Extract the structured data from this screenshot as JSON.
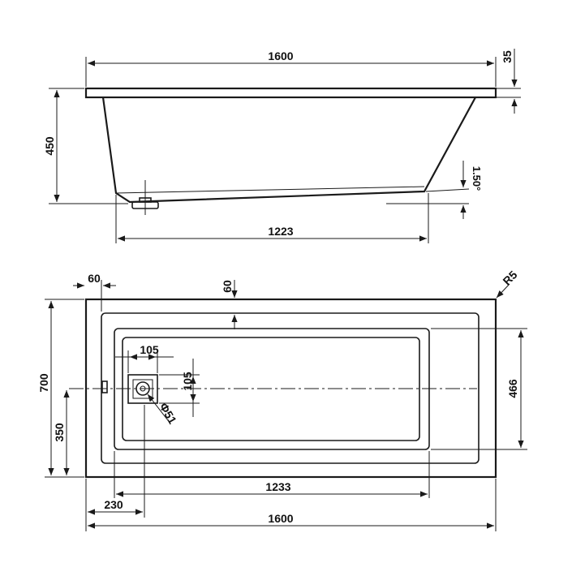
{
  "colors": {
    "line": "#1a1a1a",
    "text": "#111111",
    "background": "#ffffff"
  },
  "side_view": {
    "length": "1600",
    "rim_thickness": "35",
    "depth": "450",
    "bottom_length": "1223",
    "slope_value": "1.50",
    "slope_unit": "°"
  },
  "top_view": {
    "rim_left": "60",
    "rim_top": "60",
    "corner_radius": "R5",
    "drain_width": "105",
    "drain_height": "105",
    "drain_diameter": "Φ51",
    "inner_width": "466",
    "overall_width": "700",
    "center_height": "350",
    "inner_length": "1233",
    "drain_offset": "230",
    "overall_length": "1600"
  }
}
